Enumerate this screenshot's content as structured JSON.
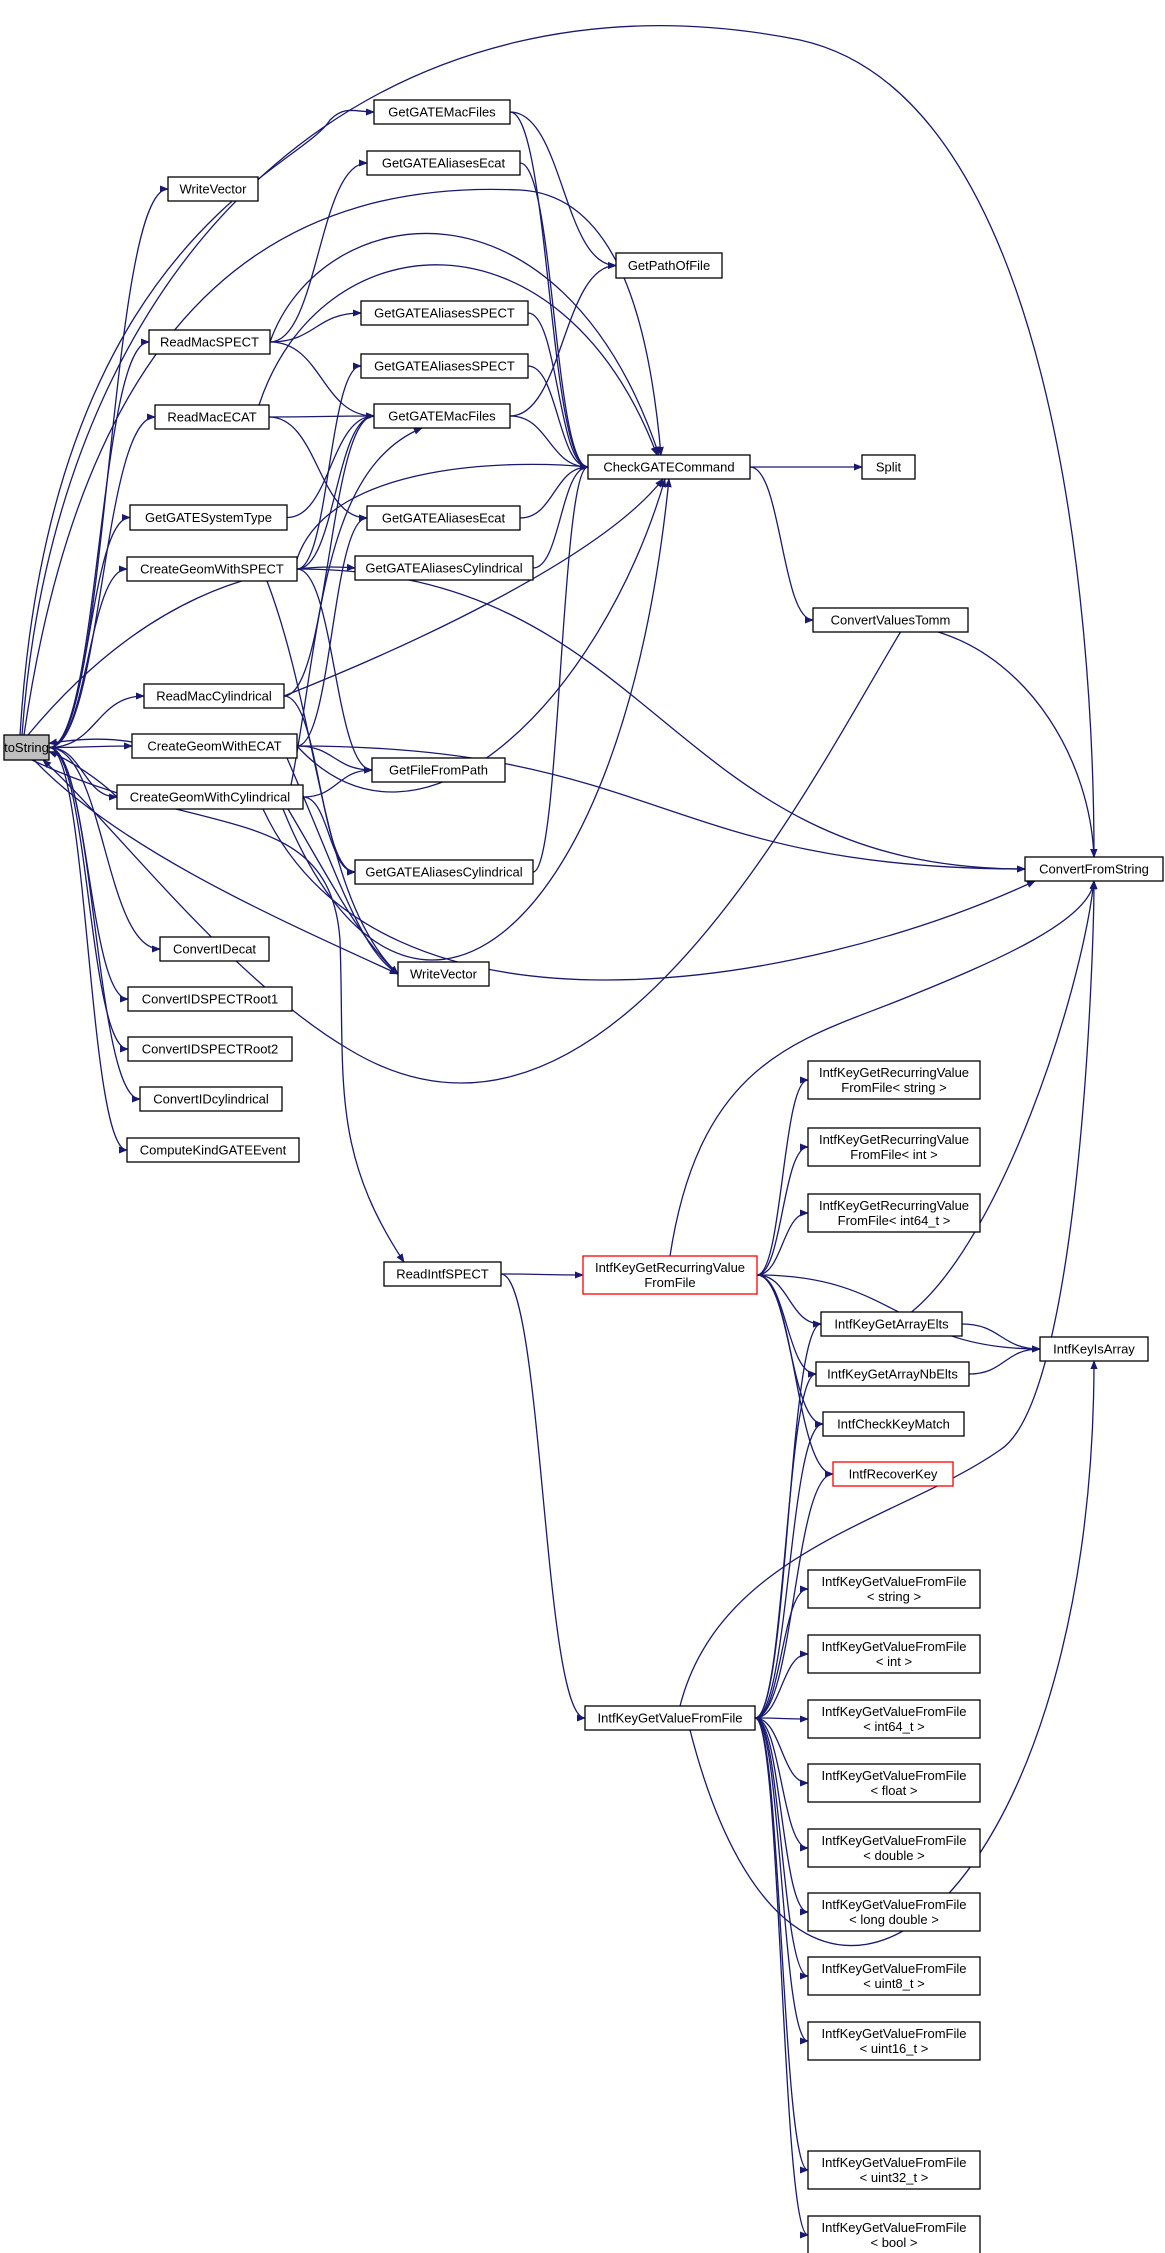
{
  "colors": {
    "edge": "#191970",
    "root_fill": "#bfbfbf",
    "highlight_border": "#ff0000",
    "node_border": "#000000"
  },
  "nodes": {
    "toString": {
      "lines": [
        "toString"
      ],
      "style": "root"
    },
    "WriteVector1": {
      "lines": [
        "WriteVector"
      ]
    },
    "ReadMacSPECT": {
      "lines": [
        "ReadMacSPECT"
      ]
    },
    "ReadMacECAT": {
      "lines": [
        "ReadMacECAT"
      ]
    },
    "GetGATESystemType": {
      "lines": [
        "GetGATESystemType"
      ]
    },
    "CreateGeomWithSPECT": {
      "lines": [
        "CreateGeomWithSPECT"
      ]
    },
    "ReadMacCylindrical": {
      "lines": [
        "ReadMacCylindrical"
      ]
    },
    "CreateGeomWithECAT": {
      "lines": [
        "CreateGeomWithECAT"
      ]
    },
    "CreateGeomWithCylindrical": {
      "lines": [
        "CreateGeomWithCylindrical"
      ]
    },
    "ConvertIDecat": {
      "lines": [
        "ConvertIDecat"
      ]
    },
    "ConvertIDSPECTRoot1": {
      "lines": [
        "ConvertIDSPECTRoot1"
      ]
    },
    "ConvertIDSPECTRoot2": {
      "lines": [
        "ConvertIDSPECTRoot2"
      ]
    },
    "ConvertIDcylindrical": {
      "lines": [
        "ConvertIDcylindrical"
      ]
    },
    "ComputeKindGATEEvent": {
      "lines": [
        "ComputeKindGATEEvent"
      ]
    },
    "GetGATEMacFiles1": {
      "lines": [
        "GetGATEMacFiles"
      ]
    },
    "GetGATEAliasesEcat1": {
      "lines": [
        "GetGATEAliasesEcat"
      ]
    },
    "GetGATEAliasesSPECT1": {
      "lines": [
        "GetGATEAliasesSPECT"
      ]
    },
    "GetGATEAliasesSPECT2": {
      "lines": [
        "GetGATEAliasesSPECT"
      ]
    },
    "GetGATEMacFiles2": {
      "lines": [
        "GetGATEMacFiles"
      ]
    },
    "GetGATEAliasesEcat2": {
      "lines": [
        "GetGATEAliasesEcat"
      ]
    },
    "GetGATEAliasesCylindrical1": {
      "lines": [
        "GetGATEAliasesCylindrical"
      ]
    },
    "GetFileFromPath": {
      "lines": [
        "GetFileFromPath"
      ]
    },
    "GetGATEAliasesCylindrical2": {
      "lines": [
        "GetGATEAliasesCylindrical"
      ]
    },
    "WriteVector2": {
      "lines": [
        "WriteVector"
      ]
    },
    "ReadIntfSPECT": {
      "lines": [
        "ReadIntfSPECT"
      ]
    },
    "GetPathOfFile": {
      "lines": [
        "GetPathOfFile"
      ]
    },
    "CheckGATECommand": {
      "lines": [
        "CheckGATECommand"
      ]
    },
    "Split": {
      "lines": [
        "Split"
      ]
    },
    "ConvertValuesTomm": {
      "lines": [
        "ConvertValuesTomm"
      ]
    },
    "ConvertFromString": {
      "lines": [
        "ConvertFromString"
      ]
    },
    "IntfKeyGetRecurringValueFromFile": {
      "lines": [
        "IntfKeyGetRecurringValue",
        "FromFile"
      ],
      "style": "red"
    },
    "RecurringString": {
      "lines": [
        "IntfKeyGetRecurringValue",
        "FromFile< string >"
      ]
    },
    "RecurringInt": {
      "lines": [
        "IntfKeyGetRecurringValue",
        "FromFile< int >"
      ]
    },
    "RecurringInt64": {
      "lines": [
        "IntfKeyGetRecurringValue",
        "FromFile< int64_t >"
      ]
    },
    "IntfKeyGetArrayElts": {
      "lines": [
        "IntfKeyGetArrayElts"
      ]
    },
    "IntfKeyGetArrayNbElts": {
      "lines": [
        "IntfKeyGetArrayNbElts"
      ]
    },
    "IntfCheckKeyMatch": {
      "lines": [
        "IntfCheckKeyMatch"
      ]
    },
    "IntfRecoverKey": {
      "lines": [
        "IntfRecoverKey"
      ],
      "style": "red"
    },
    "IntfKeyIsArray": {
      "lines": [
        "IntfKeyIsArray"
      ]
    },
    "IntfKeyGetValueFromFile": {
      "lines": [
        "IntfKeyGetValueFromFile"
      ]
    },
    "ValString": {
      "lines": [
        "IntfKeyGetValueFromFile",
        "< string >"
      ]
    },
    "ValInt": {
      "lines": [
        "IntfKeyGetValueFromFile",
        "< int >"
      ]
    },
    "ValInt64": {
      "lines": [
        "IntfKeyGetValueFromFile",
        "< int64_t >"
      ]
    },
    "ValFloat": {
      "lines": [
        "IntfKeyGetValueFromFile",
        "< float >"
      ]
    },
    "ValDouble": {
      "lines": [
        "IntfKeyGetValueFromFile",
        "< double >"
      ]
    },
    "ValLongDouble": {
      "lines": [
        "IntfKeyGetValueFromFile",
        "< long double >"
      ]
    },
    "ValUint8": {
      "lines": [
        "IntfKeyGetValueFromFile",
        "< uint8_t >"
      ]
    },
    "ValUint16": {
      "lines": [
        "IntfKeyGetValueFromFile",
        "< uint16_t >"
      ]
    },
    "ValUint32": {
      "lines": [
        "IntfKeyGetValueFromFile",
        "< uint32_t >"
      ]
    },
    "ValBool": {
      "lines": [
        "IntfKeyGetValueFromFile",
        "< bool >"
      ]
    }
  },
  "edges": [
    [
      "toString",
      "WriteVector1"
    ],
    [
      "toString",
      "ReadMacSPECT"
    ],
    [
      "toString",
      "ReadMacECAT"
    ],
    [
      "toString",
      "GetGATESystemType"
    ],
    [
      "toString",
      "CreateGeomWithSPECT"
    ],
    [
      "toString",
      "ReadMacCylindrical"
    ],
    [
      "toString",
      "CreateGeomWithECAT"
    ],
    [
      "toString",
      "CreateGeomWithCylindrical"
    ],
    [
      "toString",
      "ConvertIDecat"
    ],
    [
      "toString",
      "ConvertIDSPECTRoot1"
    ],
    [
      "toString",
      "ConvertIDSPECTRoot2"
    ],
    [
      "toString",
      "ConvertIDcylindrical"
    ],
    [
      "toString",
      "ComputeKindGATEEvent"
    ],
    [
      "toString",
      "GetGATEMacFiles1"
    ],
    [
      "toString",
      "ConvertFromString"
    ],
    [
      "toString",
      "CheckGATECommand"
    ],
    [
      "toString",
      "GetGATEAliasesCylindrical1"
    ],
    [
      "toString",
      "WriteVector2"
    ],
    [
      "toString",
      "ReadIntfSPECT"
    ],
    [
      "ReadMacSPECT",
      "GetGATEAliasesEcat1"
    ],
    [
      "ReadMacSPECT",
      "GetGATEAliasesSPECT1"
    ],
    [
      "ReadMacSPECT",
      "GetGATEMacFiles2"
    ],
    [
      "ReadMacSPECT",
      "CheckGATECommand"
    ],
    [
      "ReadMacECAT",
      "GetGATEMacFiles2"
    ],
    [
      "ReadMacECAT",
      "GetGATEAliasesEcat2"
    ],
    [
      "ReadMacECAT",
      "CheckGATECommand"
    ],
    [
      "GetGATESystemType",
      "GetGATEMacFiles2"
    ],
    [
      "CreateGeomWithSPECT",
      "GetGATEAliasesSPECT2"
    ],
    [
      "CreateGeomWithSPECT",
      "GetGATEMacFiles2"
    ],
    [
      "CreateGeomWithSPECT",
      "GetFileFromPath"
    ],
    [
      "CreateGeomWithSPECT",
      "ConvertFromString"
    ],
    [
      "CreateGeomWithSPECT",
      "CheckGATECommand"
    ],
    [
      "CreateGeomWithSPECT",
      "WriteVector2"
    ],
    [
      "ReadMacCylindrical",
      "GetGATEMacFiles2"
    ],
    [
      "ReadMacCylindrical",
      "GetGATEAliasesCylindrical2"
    ],
    [
      "ReadMacCylindrical",
      "CheckGATECommand"
    ],
    [
      "CreateGeomWithECAT",
      "GetGATEAliasesEcat2"
    ],
    [
      "CreateGeomWithECAT",
      "GetFileFromPath"
    ],
    [
      "CreateGeomWithECAT",
      "ConvertFromString"
    ],
    [
      "CreateGeomWithECAT",
      "CheckGATECommand"
    ],
    [
      "CreateGeomWithECAT",
      "WriteVector2"
    ],
    [
      "CreateGeomWithECAT",
      "toString"
    ],
    [
      "CreateGeomWithCylindrical",
      "GetGATEAliasesCylindrical2"
    ],
    [
      "CreateGeomWithCylindrical",
      "GetFileFromPath"
    ],
    [
      "CreateGeomWithCylindrical",
      "ConvertFromString"
    ],
    [
      "CreateGeomWithCylindrical",
      "CheckGATECommand"
    ],
    [
      "CreateGeomWithCylindrical",
      "WriteVector2"
    ],
    [
      "CreateGeomWithCylindrical",
      "toString"
    ],
    [
      "CreateGeomWithCylindrical",
      "GetGATEMacFiles2"
    ],
    [
      "GetGATEMacFiles1",
      "GetPathOfFile"
    ],
    [
      "GetGATEMacFiles1",
      "CheckGATECommand"
    ],
    [
      "GetGATEAliasesEcat1",
      "CheckGATECommand"
    ],
    [
      "GetGATEAliasesSPECT1",
      "CheckGATECommand"
    ],
    [
      "GetGATEAliasesSPECT2",
      "CheckGATECommand"
    ],
    [
      "GetGATEMacFiles2",
      "GetPathOfFile"
    ],
    [
      "GetGATEMacFiles2",
      "CheckGATECommand"
    ],
    [
      "GetGATEAliasesEcat2",
      "CheckGATECommand"
    ],
    [
      "GetGATEAliasesCylindrical1",
      "CheckGATECommand"
    ],
    [
      "GetGATEAliasesCylindrical2",
      "CheckGATECommand"
    ],
    [
      "CheckGATECommand",
      "Split"
    ],
    [
      "CheckGATECommand",
      "ConvertValuesTomm"
    ],
    [
      "ConvertValuesTomm",
      "ConvertFromString"
    ],
    [
      "ConvertValuesTomm",
      "toString"
    ],
    [
      "ReadIntfSPECT",
      "IntfKeyGetRecurringValueFromFile"
    ],
    [
      "ReadIntfSPECT",
      "IntfKeyGetValueFromFile"
    ],
    [
      "IntfKeyGetRecurringValueFromFile",
      "RecurringString"
    ],
    [
      "IntfKeyGetRecurringValueFromFile",
      "RecurringInt"
    ],
    [
      "IntfKeyGetRecurringValueFromFile",
      "RecurringInt64"
    ],
    [
      "IntfKeyGetRecurringValueFromFile",
      "IntfKeyGetArrayElts"
    ],
    [
      "IntfKeyGetRecurringValueFromFile",
      "IntfKeyGetArrayNbElts"
    ],
    [
      "IntfKeyGetRecurringValueFromFile",
      "IntfCheckKeyMatch"
    ],
    [
      "IntfKeyGetRecurringValueFromFile",
      "IntfRecoverKey"
    ],
    [
      "IntfKeyGetRecurringValueFromFile",
      "IntfKeyIsArray"
    ],
    [
      "IntfKeyGetRecurringValueFromFile",
      "ConvertFromString"
    ],
    [
      "IntfKeyGetArrayElts",
      "IntfKeyIsArray"
    ],
    [
      "IntfKeyGetArrayElts",
      "ConvertFromString"
    ],
    [
      "IntfKeyGetArrayNbElts",
      "IntfKeyIsArray"
    ],
    [
      "IntfKeyGetValueFromFile",
      "IntfKeyGetArrayElts"
    ],
    [
      "IntfKeyGetValueFromFile",
      "IntfKeyGetArrayNbElts"
    ],
    [
      "IntfKeyGetValueFromFile",
      "IntfCheckKeyMatch"
    ],
    [
      "IntfKeyGetValueFromFile",
      "IntfRecoverKey"
    ],
    [
      "IntfKeyGetValueFromFile",
      "IntfKeyIsArray"
    ],
    [
      "IntfKeyGetValueFromFile",
      "ConvertFromString"
    ],
    [
      "IntfKeyGetValueFromFile",
      "ValString"
    ],
    [
      "IntfKeyGetValueFromFile",
      "ValInt"
    ],
    [
      "IntfKeyGetValueFromFile",
      "ValInt64"
    ],
    [
      "IntfKeyGetValueFromFile",
      "ValFloat"
    ],
    [
      "IntfKeyGetValueFromFile",
      "ValDouble"
    ],
    [
      "IntfKeyGetValueFromFile",
      "ValLongDouble"
    ],
    [
      "IntfKeyGetValueFromFile",
      "ValUint8"
    ],
    [
      "IntfKeyGetValueFromFile",
      "ValUint16"
    ],
    [
      "IntfKeyGetValueFromFile",
      "ValUint32"
    ],
    [
      "IntfKeyGetValueFromFile",
      "ValBool"
    ]
  ]
}
